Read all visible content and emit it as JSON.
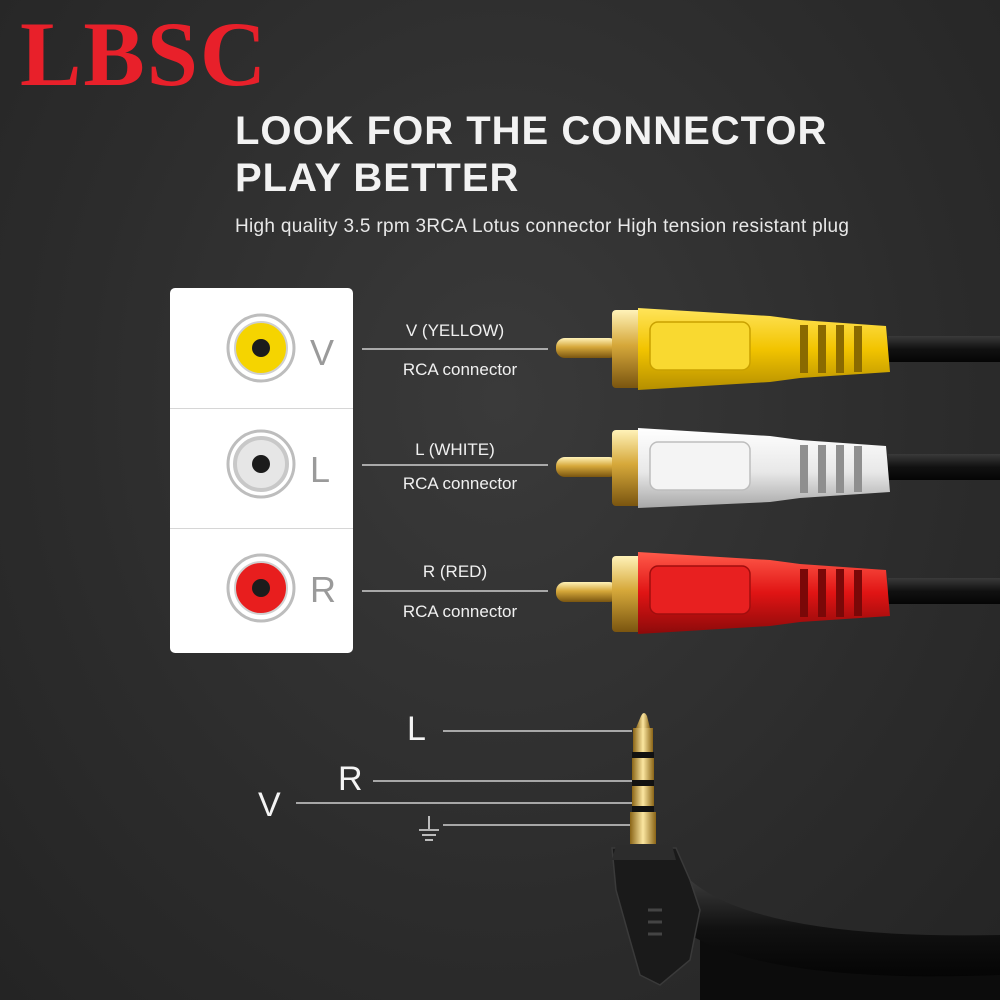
{
  "brand": {
    "logo_text": "LBSC",
    "color": "#e8202a"
  },
  "headline": {
    "line1": "LOOK FOR THE CONNECTOR",
    "line2": "PLAY BETTER"
  },
  "subline": "High quality 3.5 rpm 3RCA Lotus connector High tension resistant plug",
  "jacks": [
    {
      "letter": "V",
      "color": "#f5d400",
      "name": "V (YELLOW)",
      "type": "RCA connector"
    },
    {
      "letter": "L",
      "color": "#f2f2f2",
      "name": "L (WHITE)",
      "type": "RCA connector"
    },
    {
      "letter": "R",
      "color": "#e81e1e",
      "name": "R (RED)",
      "type": "RCA connector"
    }
  ],
  "trrs": {
    "labels": [
      "L",
      "R",
      "V"
    ],
    "ground_icon": "ground-icon"
  }
}
